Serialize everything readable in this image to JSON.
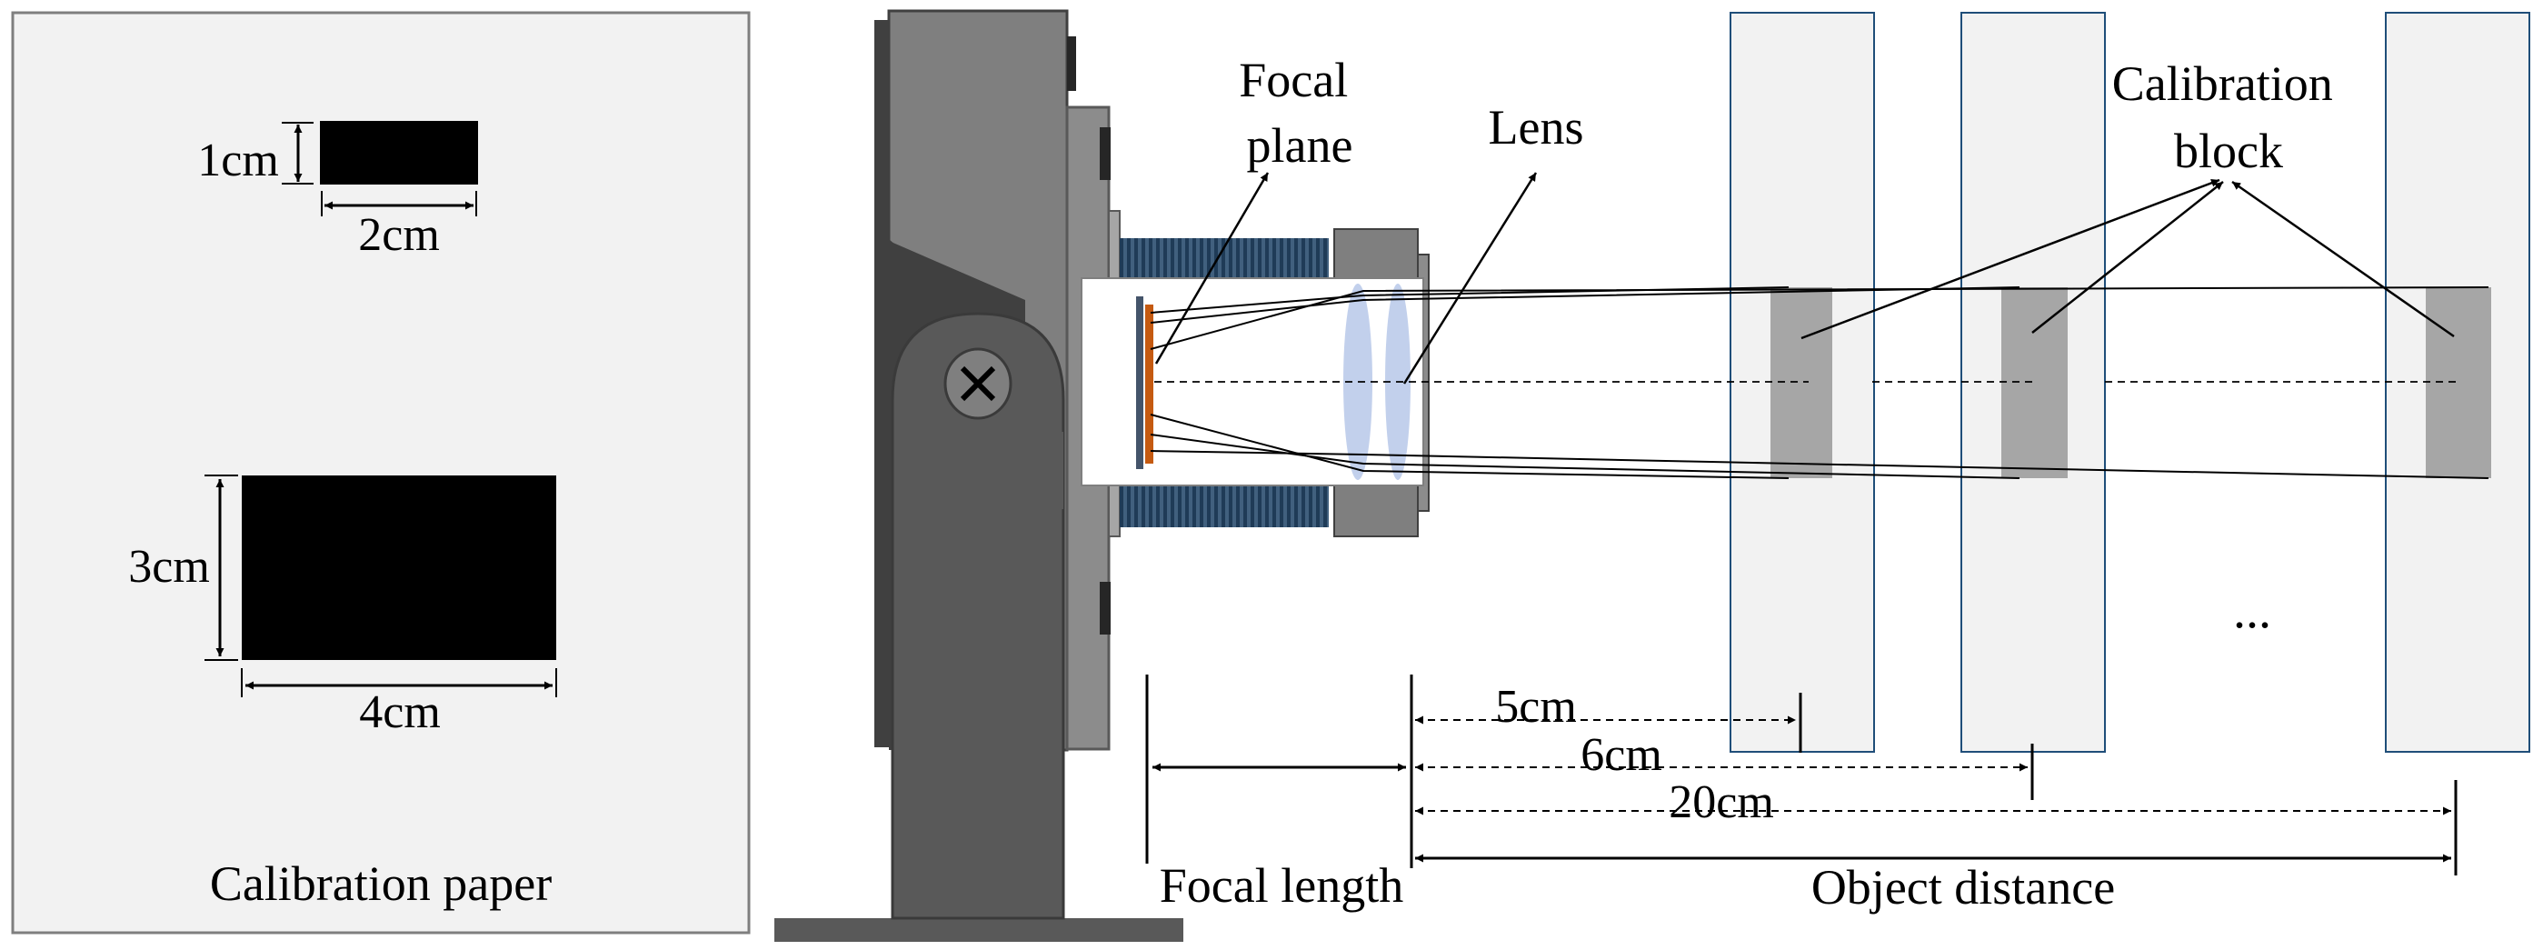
{
  "calibration_paper": {
    "title": "Calibration paper",
    "small_block": {
      "height": "1cm",
      "width": "2cm"
    },
    "large_block": {
      "height": "3cm",
      "width": "4cm"
    }
  },
  "setup": {
    "focal_plane": [
      "Focal",
      "plane"
    ],
    "lens": "Lens",
    "calibration_block": [
      "Calibration",
      "block"
    ],
    "ellipsis": "...",
    "distances": [
      "5cm",
      "6cm",
      "20cm"
    ],
    "focal_length": "Focal length",
    "object_distance": "Object distance"
  },
  "colors": {
    "panel_fill": "#f2f2f2",
    "panel_stroke": "#7f7f7f",
    "plate_stroke": "#1f4e79",
    "block_fill": "#a6a6a6",
    "stand_dark": "#404040",
    "stand_mid": "#7f7f7f",
    "thread": "#1f3b57",
    "lens": "#8faadc",
    "sensor": "#c55a11"
  }
}
